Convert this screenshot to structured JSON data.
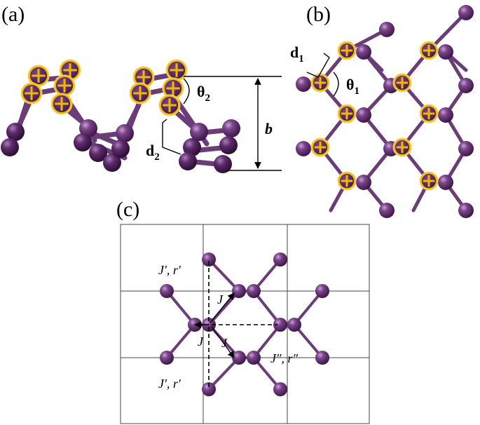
{
  "panels": {
    "a": {
      "label": "(a)",
      "d2_main": "d",
      "d2_sub": "2",
      "theta2_main": "θ",
      "theta2_sub": "2",
      "b_label": "b"
    },
    "b": {
      "label": "(b)",
      "d1_main": "d",
      "d1_sub": "1",
      "theta1_main": "θ",
      "theta1_sub": "1"
    },
    "c": {
      "label": "(c)",
      "j_prime_top": "J′, r′",
      "j_prime_bottom": "J′, r′",
      "j_upper": "J",
      "j_left": "J",
      "j_lower": "J",
      "j_double_prime": "J″, r″"
    }
  },
  "colors": {
    "atom": "#5a2a68",
    "atom_highlight": "#b58cc4",
    "bond": "#6b3d78",
    "marker_fill": "#f2b705",
    "marker_ring": "#f6d25a",
    "marker_cross": "#3a1545"
  }
}
